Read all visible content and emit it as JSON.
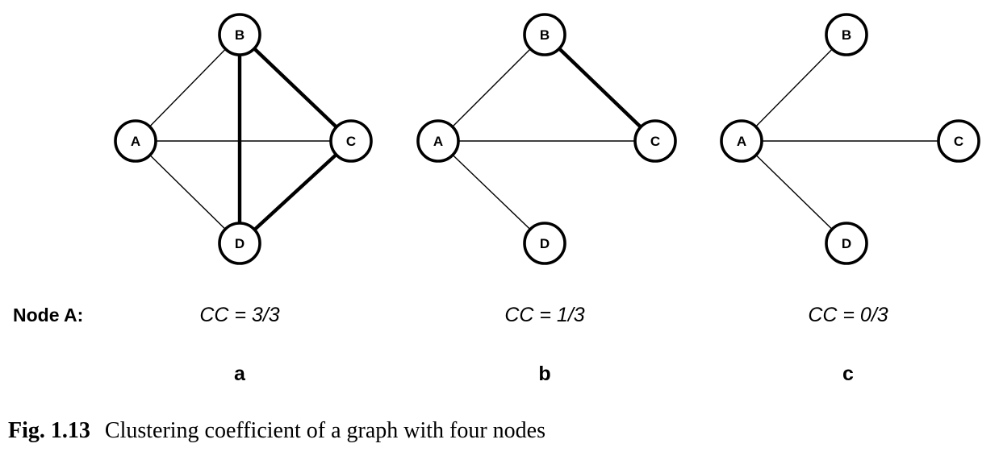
{
  "row_label": "Node A:",
  "panels": [
    {
      "letter": "a",
      "cc": "CC = 3/3",
      "nodes": [
        "A",
        "B",
        "C",
        "D"
      ],
      "edges": [
        {
          "from": "A",
          "to": "B",
          "weight": "thin"
        },
        {
          "from": "A",
          "to": "C",
          "weight": "thin"
        },
        {
          "from": "A",
          "to": "D",
          "weight": "thin"
        },
        {
          "from": "B",
          "to": "C",
          "weight": "thick"
        },
        {
          "from": "B",
          "to": "D",
          "weight": "thick"
        },
        {
          "from": "C",
          "to": "D",
          "weight": "thick"
        }
      ]
    },
    {
      "letter": "b",
      "cc": "CC = 1/3",
      "nodes": [
        "A",
        "B",
        "C",
        "D"
      ],
      "edges": [
        {
          "from": "A",
          "to": "B",
          "weight": "thin"
        },
        {
          "from": "A",
          "to": "C",
          "weight": "thin"
        },
        {
          "from": "A",
          "to": "D",
          "weight": "thin"
        },
        {
          "from": "B",
          "to": "C",
          "weight": "thick"
        }
      ]
    },
    {
      "letter": "c",
      "cc": "CC = 0/3",
      "nodes": [
        "A",
        "B",
        "C",
        "D"
      ],
      "edges": [
        {
          "from": "A",
          "to": "B",
          "weight": "thin"
        },
        {
          "from": "A",
          "to": "C",
          "weight": "thin"
        },
        {
          "from": "A",
          "to": "D",
          "weight": "thin"
        }
      ]
    }
  ],
  "caption": {
    "number": "Fig. 1.13",
    "text": "Clustering coefficient of a graph with four nodes"
  }
}
